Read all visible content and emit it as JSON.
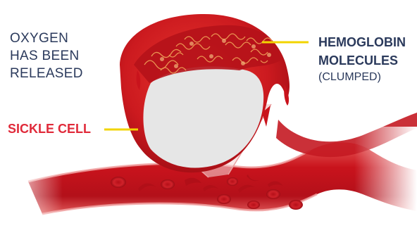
{
  "labels": {
    "oxygen_line1": "OXYGEN",
    "oxygen_line2": "HAS BEEN",
    "oxygen_line3": "RELEASED",
    "sickle_cell": "SICKLE CELL",
    "hemoglobin_line1": "HEMOGLOBIN",
    "hemoglobin_line2": "MOLECULES",
    "hemoglobin_line3": "(CLUMPED)"
  },
  "colors": {
    "accent_red": "#e02a3a",
    "navy_text": "#2b3a5c",
    "pointer_yellow": "#f2d400",
    "cell_red": "#c9131c",
    "inner_gray": "#e6e6e6"
  },
  "icons": [
    "sickle-cell-illustration",
    "blood-vessel-illustration",
    "hemoglobin-clump-illustration"
  ]
}
